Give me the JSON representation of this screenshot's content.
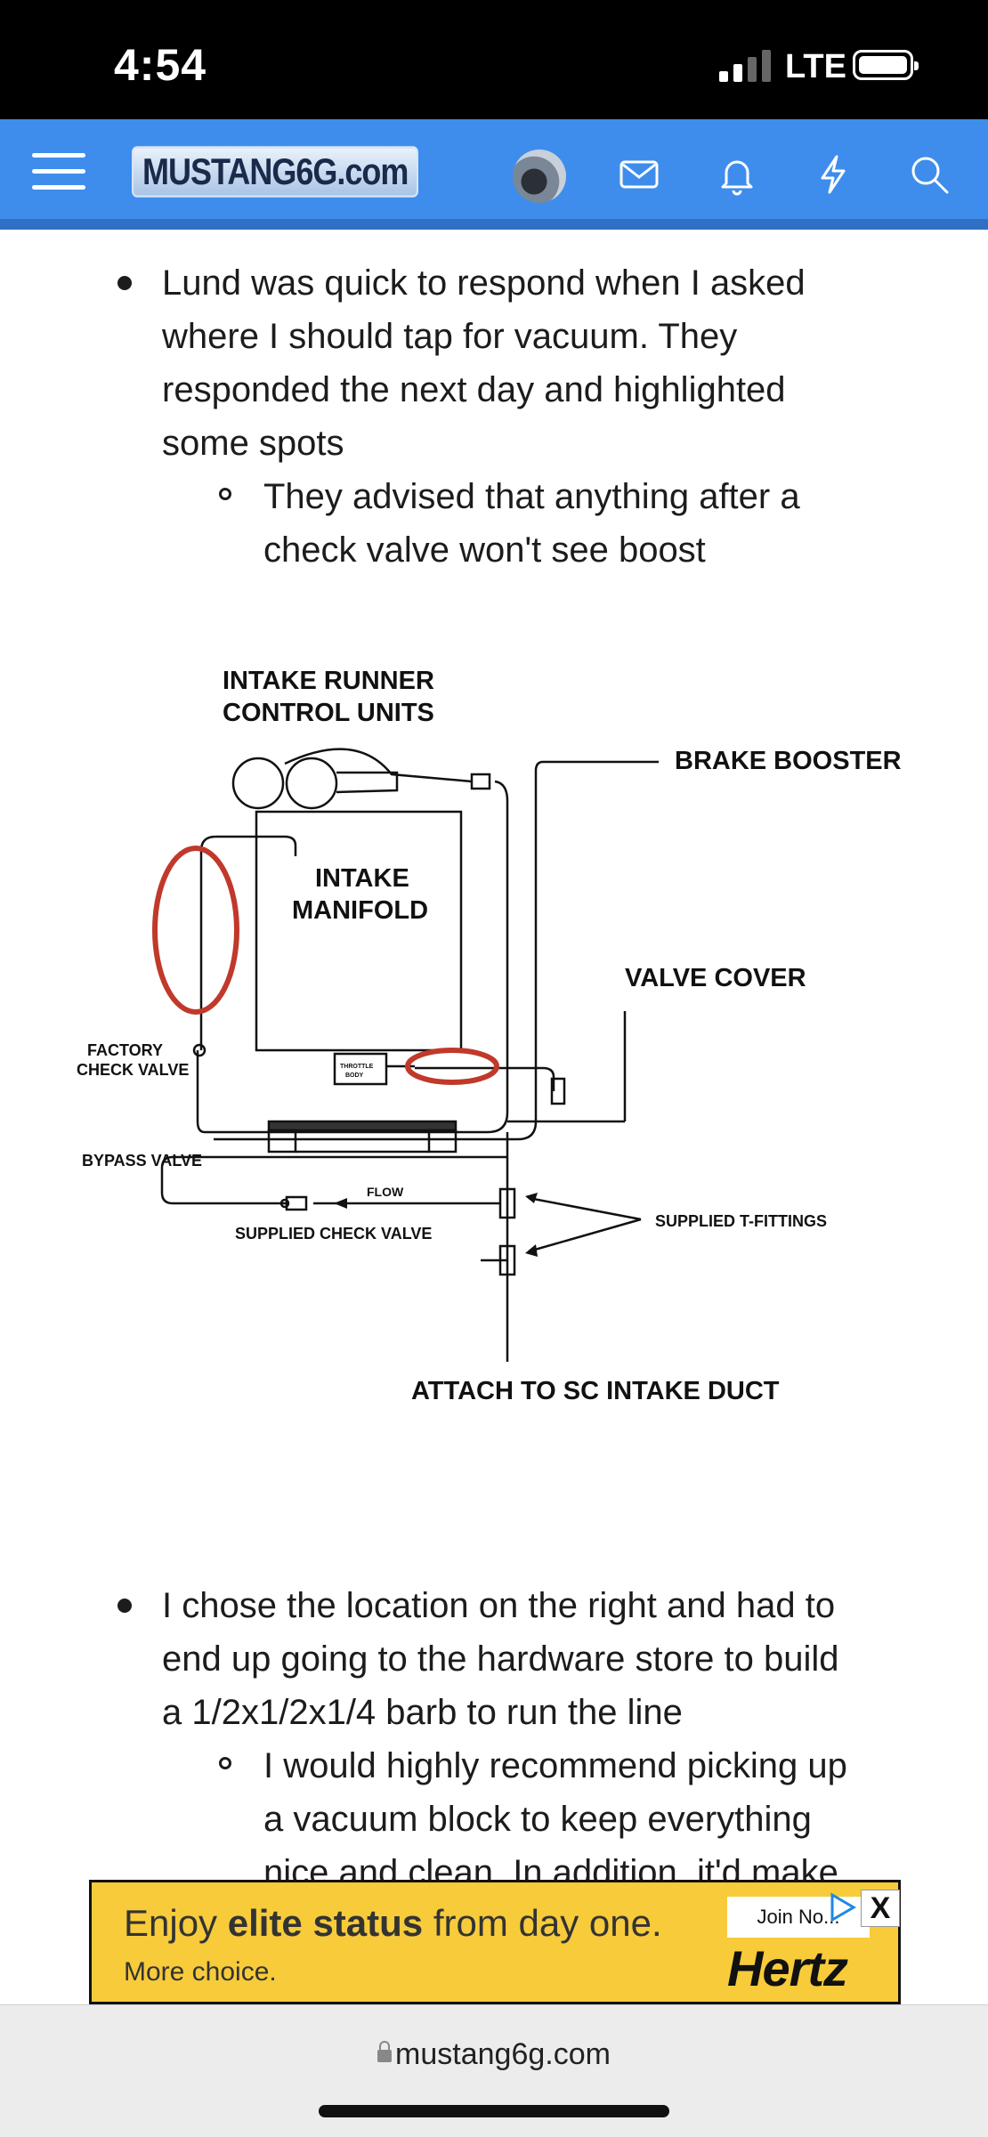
{
  "status_bar": {
    "time": "4:54",
    "network": "LTE"
  },
  "navbar": {
    "logo_text": "MUSTANG6G.com",
    "icons": [
      "menu-icon",
      "avatar",
      "mail-icon",
      "bell-icon",
      "bolt-icon",
      "search-icon"
    ]
  },
  "post": {
    "bullets": [
      {
        "lines": [
          "Lund was quick to respond when I asked",
          "where I should tap for vacuum. They",
          "responded the next day and highlighted",
          "some spots"
        ],
        "sub": {
          "lines": [
            "They advised that anything after a",
            "check valve won't see boost"
          ]
        }
      },
      {
        "lines": [
          "I chose the location on the right and had to",
          "end up going to the hardware store to build",
          "a 1/2x1/2x1/4 barb to run the line"
        ],
        "sub": {
          "lines": [
            "I would highly recommend picking up",
            "a vacuum block to keep everything",
            "nice and clean. In addition, it'd make"
          ]
        }
      }
    ],
    "diagram": {
      "labels": {
        "intake_runner_1": "INTAKE RUNNER",
        "intake_runner_2": "CONTROL UNITS",
        "brake_booster": "BRAKE BOOSTER",
        "intake_manifold_1": "INTAKE",
        "intake_manifold_2": "MANIFOLD",
        "valve_cover": "VALVE COVER",
        "factory_check_1": "FACTORY",
        "factory_check_2": "CHECK VALVE",
        "throttle_1": "THROTTLE",
        "throttle_2": "BODY",
        "bypass_valve": "BYPASS VALVE",
        "flow": "FLOW",
        "supplied_check_valve": "SUPPLIED CHECK VALVE",
        "supplied_t_fittings": "SUPPLIED T-FITTINGS",
        "attach": "ATTACH TO SC INTAKE DUCT"
      }
    }
  },
  "ad": {
    "headline_pre": "Enjoy ",
    "headline_bold": "elite status",
    "headline_post": " from day one.",
    "sub": "More choice.",
    "cta": "Join No...",
    "brand": "Hertz",
    "close": "X"
  },
  "browser": {
    "url": "mustang6g.com"
  }
}
